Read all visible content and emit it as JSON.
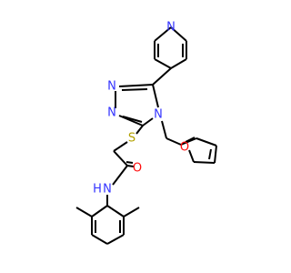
{
  "molecule": {
    "colors": {
      "bond": "#000000",
      "N": "#3333ff",
      "O": "#ff0d0d",
      "S": "#b3a100",
      "C": "#000000",
      "background": "#ffffff"
    },
    "labels": {
      "pyridine_n": "N",
      "triazole_n1": "N",
      "triazole_n2": "N",
      "triazole_n4": "N",
      "sulfur": "S",
      "furan_o": "O",
      "carbonyl_o": "O",
      "amide_n": "N",
      "amide_h": "H"
    }
  }
}
